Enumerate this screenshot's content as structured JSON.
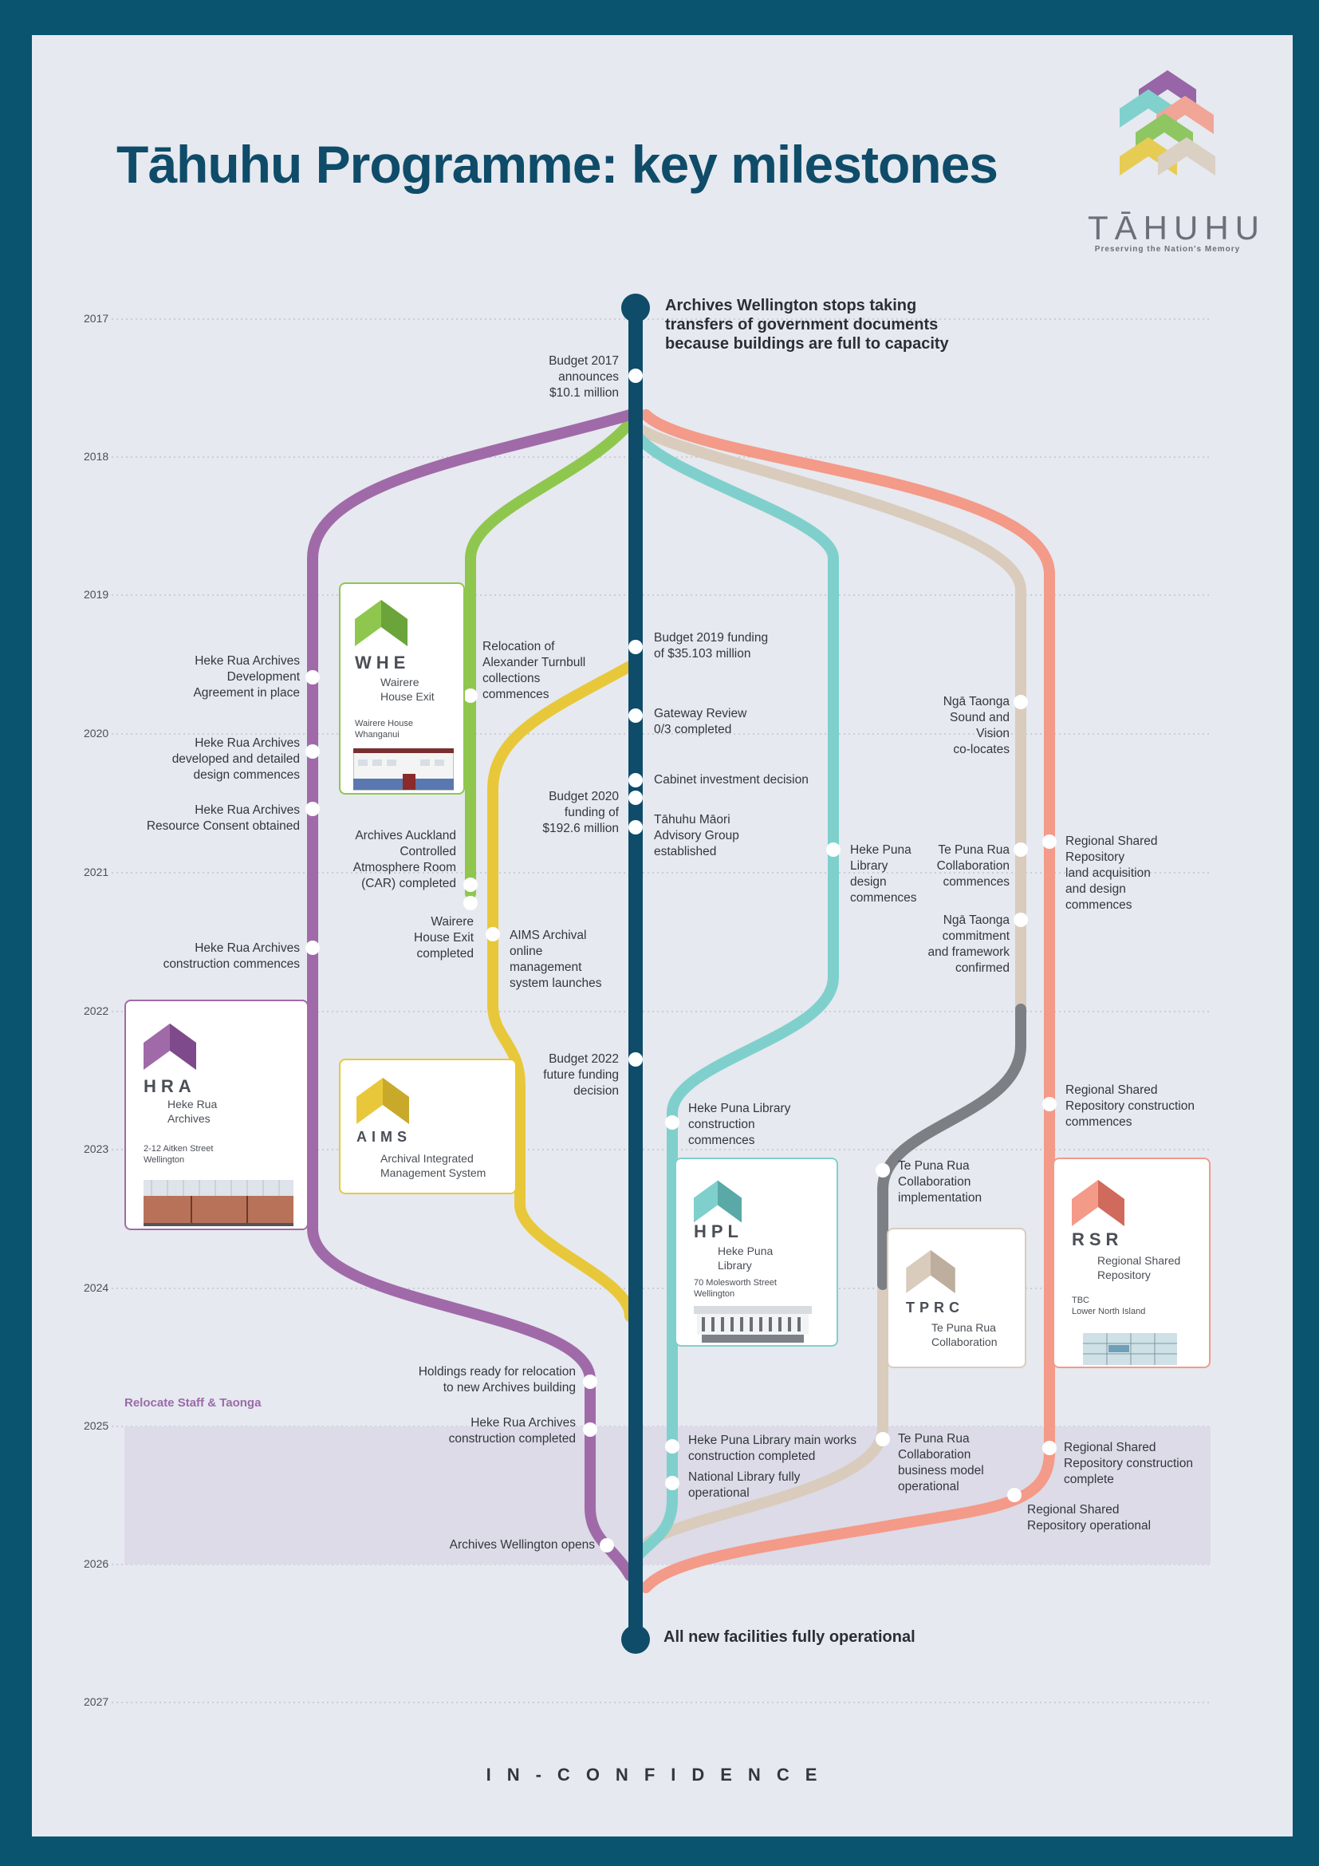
{
  "title": "Tāhuhu Programme: key milestones",
  "brand": {
    "name": "TĀHUHU",
    "tagline": "Preserving the Nation's Memory"
  },
  "years": [
    "2017",
    "2018",
    "2019",
    "2020",
    "2021",
    "2022",
    "2023",
    "2024",
    "2025",
    "2026",
    "2027"
  ],
  "band_label": "Relocate Staff & Taonga",
  "footer": "IN-CONFIDENCE",
  "colors": {
    "main": "#0e4c69",
    "hra": "#a06aa8",
    "whe": "#8fc74e",
    "aims": "#e8c83a",
    "hpl": "#7fd0cc",
    "tprc": "#d9ccbd",
    "tprc_impl": "#7c7f83",
    "rsr": "#f49a88"
  },
  "milestones": {
    "start": "Archives Wellington stops taking\ntransfers of government documents\nbecause buildings are full to capacity",
    "end": "All new facilities fully operational",
    "budget2017": "Budget 2017\nannounces\n$10.1 million",
    "budget2019": "Budget 2019 funding\nof $35.103 million",
    "gateway": "Gateway Review\n0/3 completed",
    "cabinet": "Cabinet investment decision",
    "budget2020": "Budget 2020\nfunding of\n$192.6 million",
    "tahuhu_maori": "Tāhuhu Māori\nAdvisory Group\nestablished",
    "budget2022": "Budget 2022\nfuture funding\ndecision",
    "hra_dev": "Heke Rua Archives\nDevelopment\nAgreement in place",
    "hra_design": "Heke Rua Archives\ndeveloped and detailed\ndesign commences",
    "hra_consent": "Heke Rua Archives\nResource Consent obtained",
    "hra_construction": "Heke Rua Archives\nconstruction commences",
    "holdings": "Holdings ready for relocation\nto new Archives building",
    "hra_completed": "Heke Rua Archives\nconstruction completed",
    "aw_opens": "Archives Wellington opens",
    "turnbull": "Relocation of\nAlexander Turnbull\ncollections\ncommences",
    "car": "Archives Auckland\nControlled\nAtmosphere Room\n(CAR) completed",
    "whe_completed": "Wairere\nHouse Exit\ncompleted",
    "aims_launch": "AIMS Archival\nonline\nmanagement\nsystem launches",
    "hpl_design": "Heke Puna\nLibrary\ndesign\ncommences",
    "hpl_construction": "Heke Puna Library\nconstruction\ncommences",
    "hpl_main": "Heke Puna Library main works\nconstruction completed",
    "national_library": "National Library fully\noperational",
    "nga_taonga_coloc": "Ngā Taonga\nSound and\nVision\nco-locates",
    "tprc_collab": "Te Puna Rua\nCollaboration\ncommences",
    "nga_taonga_commit": "Ngā Taonga\ncommitment\nand framework\nconfirmed",
    "tprc_impl": "Te Puna Rua\nCollaboration\nimplementation",
    "tprc_model": "Te Puna Rua\nCollaboration\nbusiness model\noperational",
    "rsr_land": "Regional Shared\nRepository\nland acquisition\nand design\ncommences",
    "rsr_construction": "Regional Shared\nRepository construction\ncommences",
    "rsr_complete": "Regional Shared\nRepository construction\ncomplete",
    "rsr_operational": "Regional Shared\nRepository operational"
  },
  "cards": {
    "whe": {
      "code": "WHE",
      "name": "Wairere\nHouse Exit",
      "address": "Wairere House\nWhanganui"
    },
    "hra": {
      "code": "HRA",
      "name": "Heke Rua\nArchives",
      "address": "2-12 Aitken Street\nWellington"
    },
    "aims": {
      "code": "AIMS",
      "name": "Archival Integrated\nManagement System"
    },
    "hpl": {
      "code": "HPL",
      "name": "Heke Puna\nLibrary",
      "address": "70 Molesworth Street\nWellington"
    },
    "tprc": {
      "code": "TPRC",
      "name": "Te Puna Rua\nCollaboration"
    },
    "rsr": {
      "code": "RSR",
      "name": "Regional Shared\nRepository",
      "address": "TBC\nLower North Island"
    }
  }
}
